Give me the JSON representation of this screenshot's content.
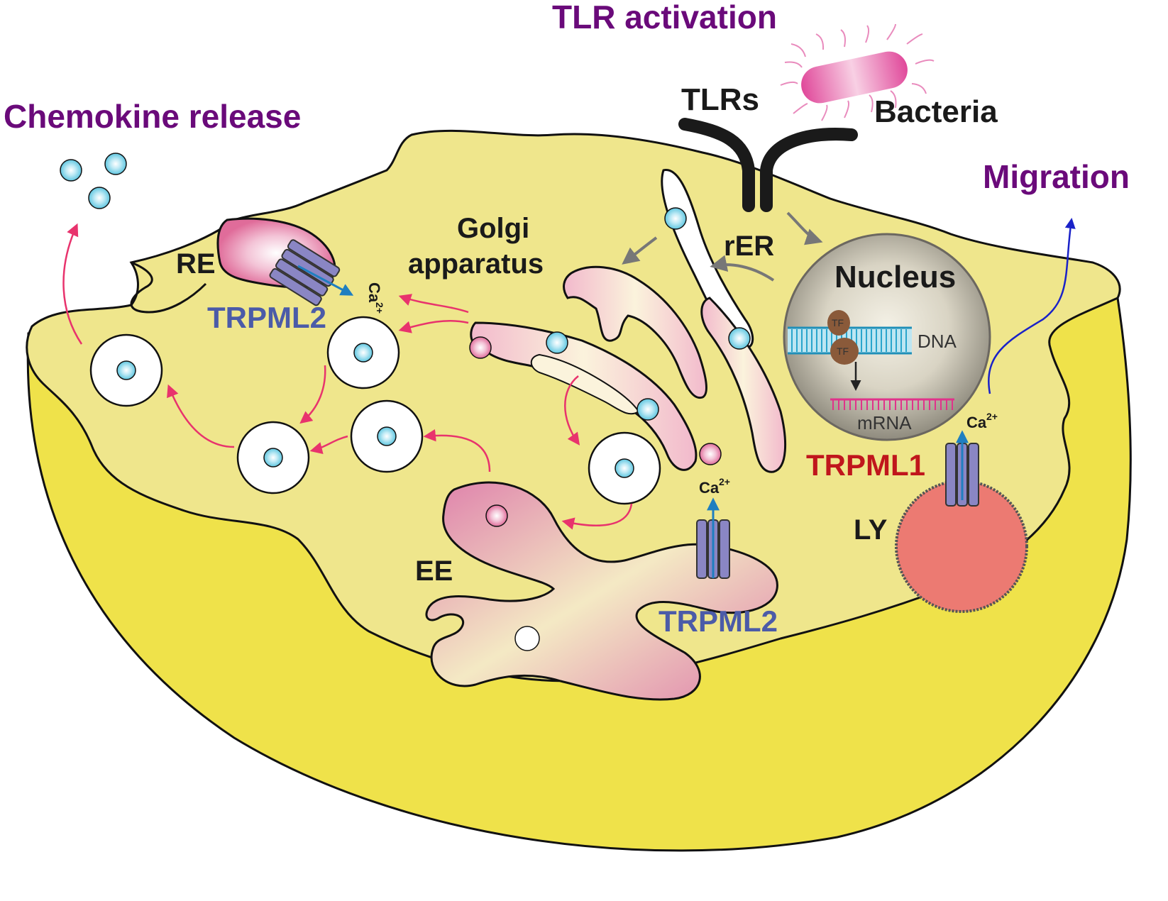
{
  "titles": {
    "tlr_activation": "TLR activation",
    "chemokine_release": "Chemokine release",
    "migration": "Migration"
  },
  "labels": {
    "tlrs": "TLRs",
    "bacteria": "Bacteria",
    "golgi_line1": "Golgi",
    "golgi_line2": "apparatus",
    "rer": "rER",
    "nucleus": "Nucleus",
    "dna": "DNA",
    "mrna": "mRNA",
    "tf": "TF",
    "re": "RE",
    "ee": "EE",
    "ly": "LY",
    "trpml2_top": "TRPML2",
    "trpml2_bottom": "TRPML2",
    "trpml1": "TRPML1",
    "ca": "Ca",
    "ca_charge": "2+"
  },
  "colors": {
    "headline": "#6a0a7a",
    "trpml2": "#4b5ba8",
    "trpml1": "#c0161c",
    "cell_outer": "#efe24a",
    "cell_inner": "#efe68c",
    "pink_arrow": "#e8336d",
    "migration_arrow": "#1a22c8",
    "channel": "#8a86c4",
    "lysosome": "#ec7a72"
  }
}
